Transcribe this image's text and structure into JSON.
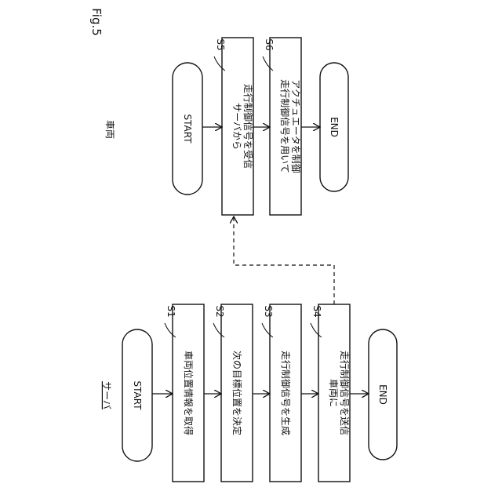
{
  "figure_label": "Fig.5",
  "vehicle": {
    "title": "車両",
    "start": "START",
    "end": "END",
    "steps": [
      {
        "id": "S5",
        "line1": "サーバから",
        "line2": "走行制御信号を受信"
      },
      {
        "id": "S6",
        "line1": "走行制御信号を用いて",
        "line2": "アクチュエータを制御"
      }
    ]
  },
  "server": {
    "title": "サーバ",
    "start": "START",
    "end": "END",
    "steps": [
      {
        "id": "S1",
        "line1": "車両位置情報を取得"
      },
      {
        "id": "S2",
        "line1": "次の目標位置を決定"
      },
      {
        "id": "S3",
        "line1": "走行制御信号を生成"
      },
      {
        "id": "S4",
        "line1": "車両に",
        "line2": "走行制御信号を送信"
      }
    ]
  }
}
